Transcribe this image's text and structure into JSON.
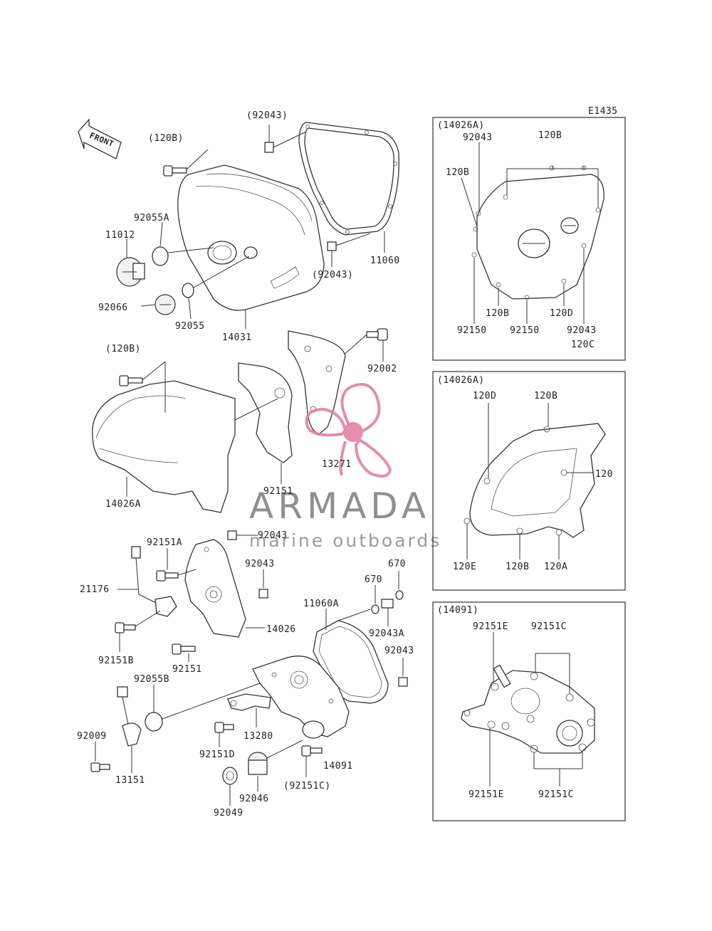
{
  "diagram_code": "E1435",
  "front_arrow_label": "FRONT",
  "watermark": {
    "brand": "ARMADA",
    "tagline": "marine outboards",
    "colors": {
      "logo": "#e07aa0",
      "text": "#6a6a6a"
    }
  },
  "labels": {
    "p92043_top": "(92043)",
    "p120B_top": "(120B)",
    "p92055A": "92055A",
    "p11012": "11012",
    "p92066": "92066",
    "p92055": "92055",
    "p14031": "14031",
    "p92043_mid": "(92043)",
    "p11060": "11060",
    "p120B_mid": "(120B)",
    "p92002": "92002",
    "p13271": "13271",
    "p92151": "92151",
    "p14026A": "14026A",
    "p92151A": "92151A",
    "p92043_a": "92043",
    "p92043_b": "92043",
    "p21176": "21176",
    "p14026": "14026",
    "p92151B": "92151B",
    "p92151_low": "92151",
    "p11060A": "11060A",
    "p670_a": "670",
    "p670_b": "670",
    "p92043A": "92043A",
    "p92043_c": "92043",
    "p92055B": "92055B",
    "p92009": "92009",
    "p13151": "13151",
    "p13280": "13280",
    "p92151D": "92151D",
    "p14091": "14091",
    "p92151C": "(92151C)",
    "p92046": "92046",
    "p92049": "92049"
  },
  "inset1": {
    "title": "(14026A)",
    "l92043_top": "92043",
    "l120B_top": "120B",
    "l120B_left": "120B",
    "l92150_a": "92150",
    "l120B_bot": "120B",
    "l92150_b": "92150",
    "l120D": "120D",
    "l92043_r": "92043",
    "l120C": "120C"
  },
  "inset2": {
    "title": "(14026A)",
    "l120D": "120D",
    "l120B_top": "120B",
    "l120": "120",
    "l120E": "120E",
    "l120B_bot": "120B",
    "l120A": "120A"
  },
  "inset3": {
    "title": "(14091)",
    "l92151E_top": "92151E",
    "l92151C_top": "92151C",
    "l92151E_bot": "92151E",
    "l92151C_bot": "92151C"
  }
}
